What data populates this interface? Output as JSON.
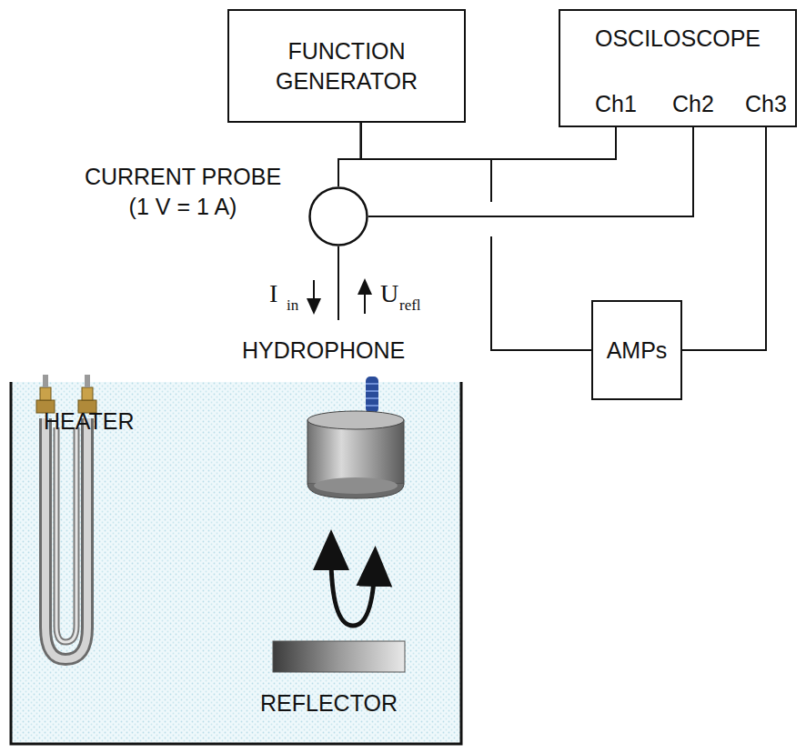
{
  "diagram": {
    "nodes": [
      {
        "text": [
          "FUNCTION GENERATOR"
        ]
      },
      {
        "text": [
          "OSCILOSCOPE",
          "Ch1",
          "Ch2",
          "Ch3"
        ]
      },
      {
        "text": [
          "CURRENT PROBE (1 V = 1 A)"
        ]
      },
      {
        "text": [
          "AMPs"
        ]
      }
    ],
    "edges": [
      {
        "from": 0,
        "to": 1,
        "arrow": "none"
      },
      {
        "from": 0,
        "to": 2,
        "arrow": "none"
      },
      {
        "from": 2,
        "to": 1,
        "arrow": "none"
      },
      {
        "from": 0,
        "to": 3,
        "arrow": "none"
      },
      {
        "from": 3,
        "to": 1,
        "arrow": "none"
      }
    ],
    "labels": [
      "I",
      "in",
      "U",
      "refl",
      "HYDROPHONE",
      "HEATER",
      "REFLECTOR"
    ]
  }
}
